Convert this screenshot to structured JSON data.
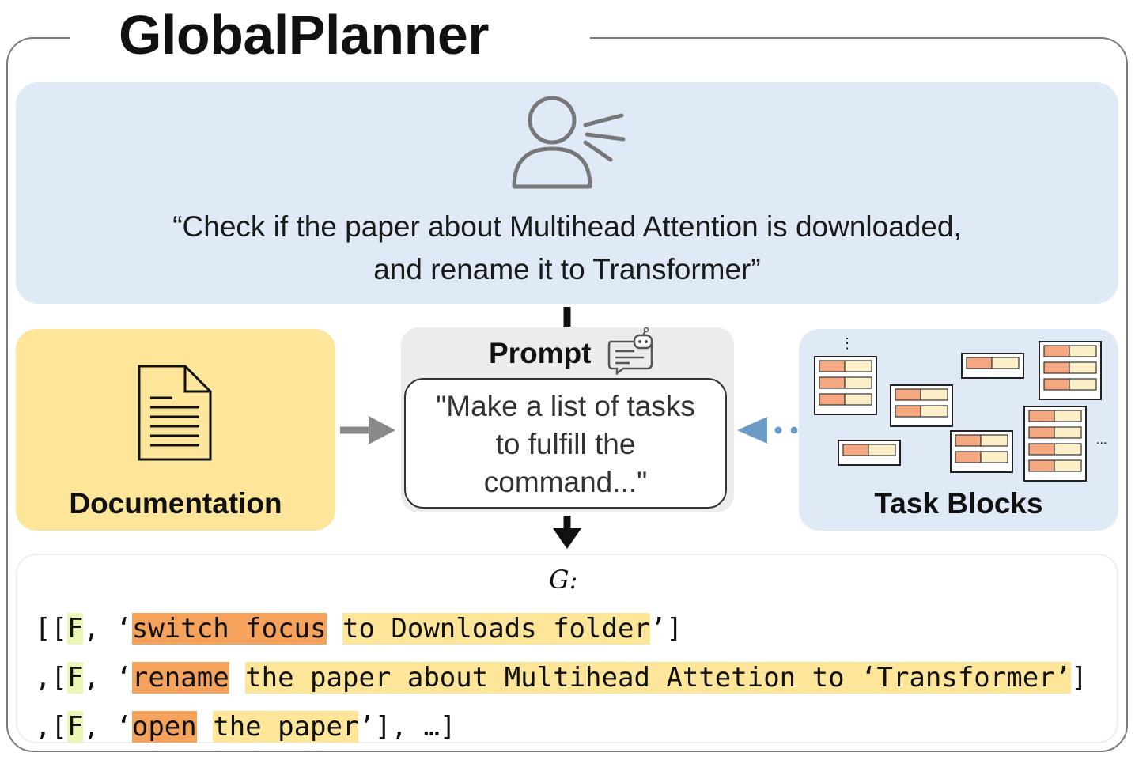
{
  "title": "GlobalPlanner",
  "command": {
    "line1": "“Check if the paper about Multihead Attention is downloaded,",
    "line2": "and rename it to Transformer”"
  },
  "documentation": {
    "label": "Documentation"
  },
  "prompt": {
    "title": "Prompt",
    "line1": "\"Make a list of tasks",
    "line2": "to fulfill the",
    "line3": "command...\""
  },
  "task_blocks": {
    "label": "Task Blocks",
    "ellipsis": "...",
    "vdots": "⋮"
  },
  "output": {
    "label": "G:",
    "rows": [
      {
        "prefix": "[[",
        "flag": "F",
        "sep": ", ‘",
        "action": "switch focus",
        "gap": " ",
        "rest": "to Downloads folder",
        "suffix": "’]"
      },
      {
        "prefix": ",[",
        "flag": "F",
        "sep": ", ‘",
        "action": "rename",
        "gap": " ",
        "rest": "the paper about Multihead Attetion to ‘Transformer’",
        "suffix": "]"
      },
      {
        "prefix": ",[",
        "flag": "F",
        "sep": ", ‘",
        "action": "open",
        "gap": " ",
        "rest": "the paper",
        "suffix": "’], …]"
      }
    ]
  },
  "colors": {
    "command_bg": "#dfeaf6",
    "documentation_bg": "#fde69a",
    "prompt_bg": "#ececec",
    "flag_highlight": "#e9f7b4",
    "action_highlight": "#f5a35c",
    "text_highlight": "#fde69a",
    "arrow_gray": "#8a8a8a",
    "arrow_blue": "#6a9cc8"
  },
  "icons": [
    "speaking-person-icon",
    "document-icon",
    "chat-robot-icon",
    "task-block-icon"
  ]
}
